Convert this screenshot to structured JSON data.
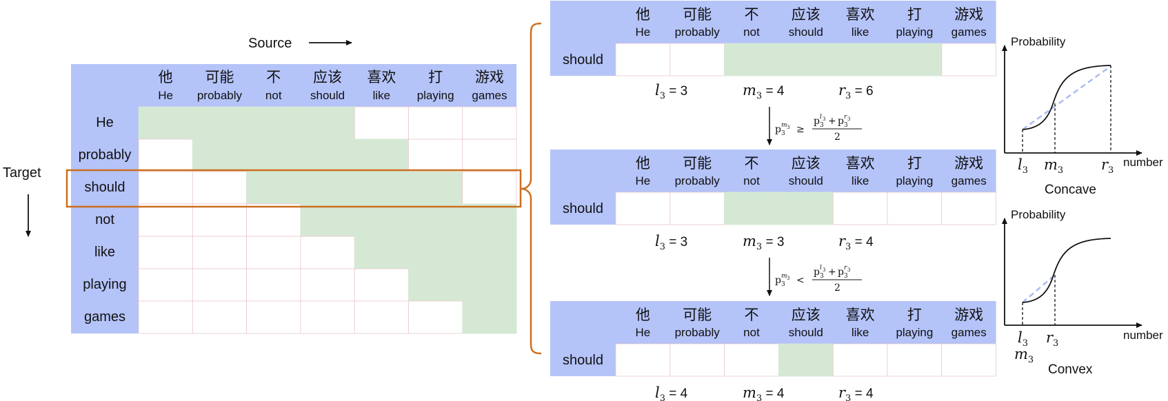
{
  "source_words": [
    {
      "zh": "他",
      "en": "He"
    },
    {
      "zh": "可能",
      "en": "probably"
    },
    {
      "zh": "不",
      "en": "not"
    },
    {
      "zh": "应该",
      "en": "should"
    },
    {
      "zh": "喜欢",
      "en": "like"
    },
    {
      "zh": "打",
      "en": "playing"
    },
    {
      "zh": "游戏",
      "en": "games"
    }
  ],
  "target_words": [
    "He",
    "probably",
    "should",
    "not",
    "like",
    "playing",
    "games"
  ],
  "axis": {
    "source": "Source",
    "target": "Target"
  },
  "matrix": [
    [
      1,
      1,
      1,
      1,
      0,
      0,
      0
    ],
    [
      0,
      1,
      1,
      1,
      1,
      0,
      0
    ],
    [
      0,
      0,
      1,
      1,
      1,
      1,
      0
    ],
    [
      0,
      0,
      0,
      1,
      1,
      1,
      1
    ],
    [
      0,
      0,
      0,
      0,
      1,
      1,
      1
    ],
    [
      0,
      0,
      0,
      0,
      0,
      1,
      1
    ],
    [
      0,
      0,
      0,
      0,
      0,
      0,
      1
    ]
  ],
  "highlight_row": 2,
  "steps": [
    {
      "row_label": "should",
      "cells": [
        0,
        0,
        1,
        1,
        1,
        1,
        0
      ],
      "l": "3",
      "m": "4",
      "r": "6"
    },
    {
      "row_label": "should",
      "cells": [
        0,
        0,
        1,
        1,
        0,
        0,
        0
      ],
      "l": "3",
      "m": "3",
      "r": "4"
    },
    {
      "row_label": "should",
      "cells": [
        0,
        0,
        0,
        1,
        0,
        0,
        0
      ],
      "l": "4",
      "m": "4",
      "r": "4"
    }
  ],
  "transitions": [
    {
      "relation": "≥",
      "denominator": "2"
    },
    {
      "relation": "<",
      "denominator": "2"
    }
  ],
  "plots": [
    {
      "name": "Concave",
      "ylabel": "Probability",
      "xlabel": "number",
      "ticks": [
        "l3",
        "m3",
        "r3"
      ]
    },
    {
      "name": "Convex",
      "ylabel": "Probability",
      "xlabel": "number",
      "ticks": [
        "l3",
        "m3",
        "r3"
      ]
    }
  ],
  "colors": {
    "header": "#b4c3f8",
    "active_cell": "#d5e8d4",
    "highlight_border": "#cc6e1f",
    "grid_line": "#e8c8cc",
    "dashed_line": "#a9bcee"
  }
}
